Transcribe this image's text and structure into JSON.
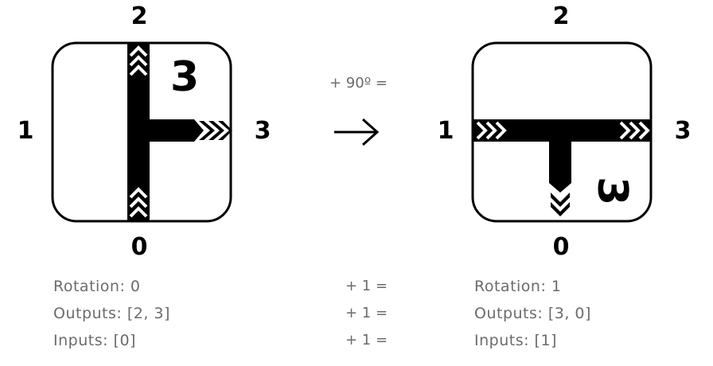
{
  "left_tile": {
    "label_top": "2",
    "label_left": "1",
    "label_right": "3",
    "label_bottom": "0",
    "corner_glyph": "3",
    "info": {
      "rotation": "Rotation: 0",
      "outputs": "Outputs: [2, 3]",
      "inputs": "Inputs: [0]"
    }
  },
  "operation": {
    "label": "+ 90º =",
    "arrow_icon": "right-arrow-icon",
    "increments": [
      "+ 1 =",
      "+ 1 =",
      "+ 1 ="
    ]
  },
  "right_tile": {
    "label_top": "2",
    "label_left": "1",
    "label_right": "3",
    "label_bottom": "0",
    "corner_glyph": "3",
    "info": {
      "rotation": "Rotation: 1",
      "outputs": "Outputs: [3, 0]",
      "inputs": "Inputs: [1]"
    }
  }
}
